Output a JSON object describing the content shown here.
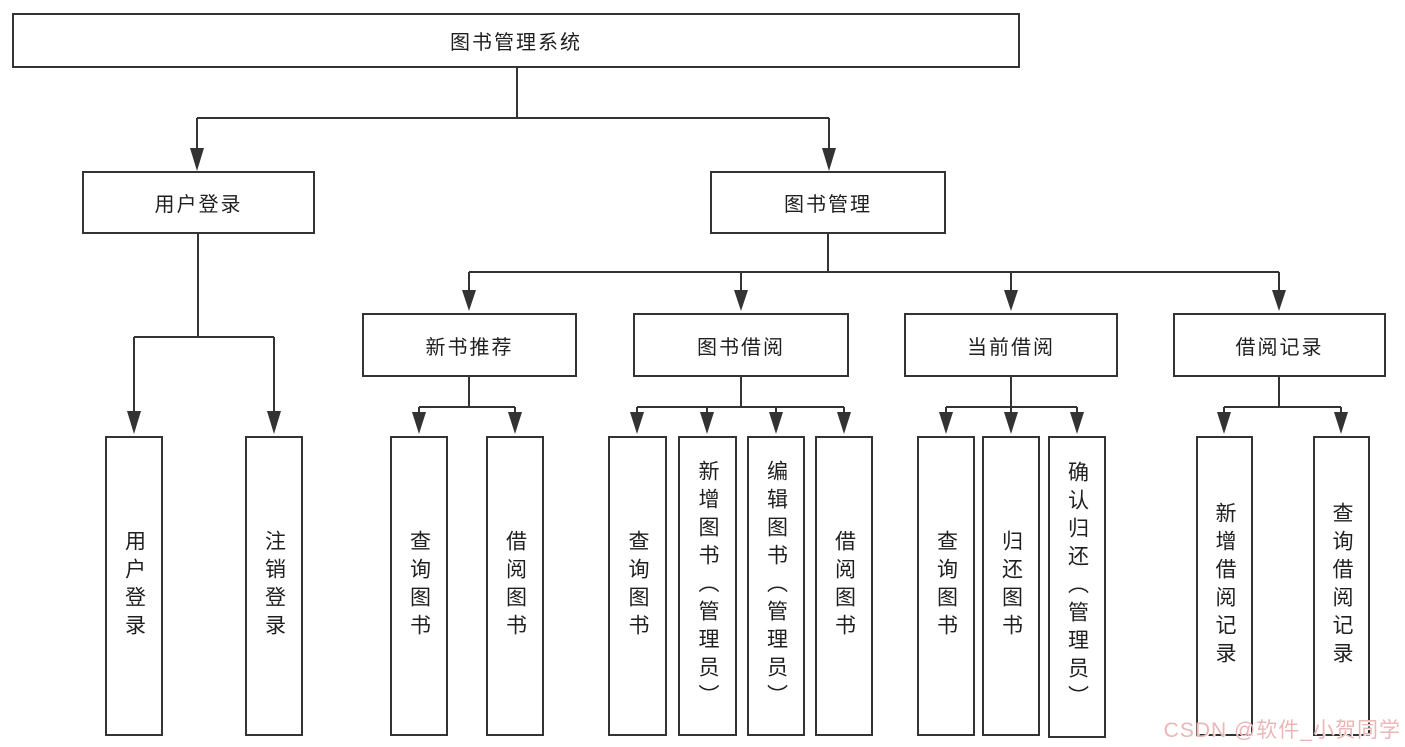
{
  "meta": {
    "watermark": "CSDN @软件_小贺同学"
  },
  "colors": {
    "line": "#333333",
    "box_border": "#333333",
    "text": "#1f1f1f",
    "watermark": "#ecb6b6",
    "background": "#ffffff"
  },
  "tree": {
    "root": {
      "label": "图书管理系统"
    },
    "login": {
      "label": "用户登录",
      "children": [
        {
          "label": "用户登录"
        },
        {
          "label": "注销登录"
        }
      ]
    },
    "management": {
      "label": "图书管理",
      "sections": [
        {
          "label": "新书推荐",
          "children": [
            {
              "label": "查询图书"
            },
            {
              "label": "借阅图书"
            }
          ]
        },
        {
          "label": "图书借阅",
          "children": [
            {
              "label": "查询图书"
            },
            {
              "label": "新增图书（管理员）"
            },
            {
              "label": "编辑图书（管理员）"
            },
            {
              "label": "借阅图书"
            }
          ]
        },
        {
          "label": "当前借阅",
          "children": [
            {
              "label": "查询图书"
            },
            {
              "label": "归还图书"
            },
            {
              "label": "确认归还（管理员）"
            }
          ]
        },
        {
          "label": "借阅记录",
          "children": [
            {
              "label": "新增借阅记录"
            },
            {
              "label": "查询借阅记录"
            }
          ]
        }
      ]
    }
  }
}
